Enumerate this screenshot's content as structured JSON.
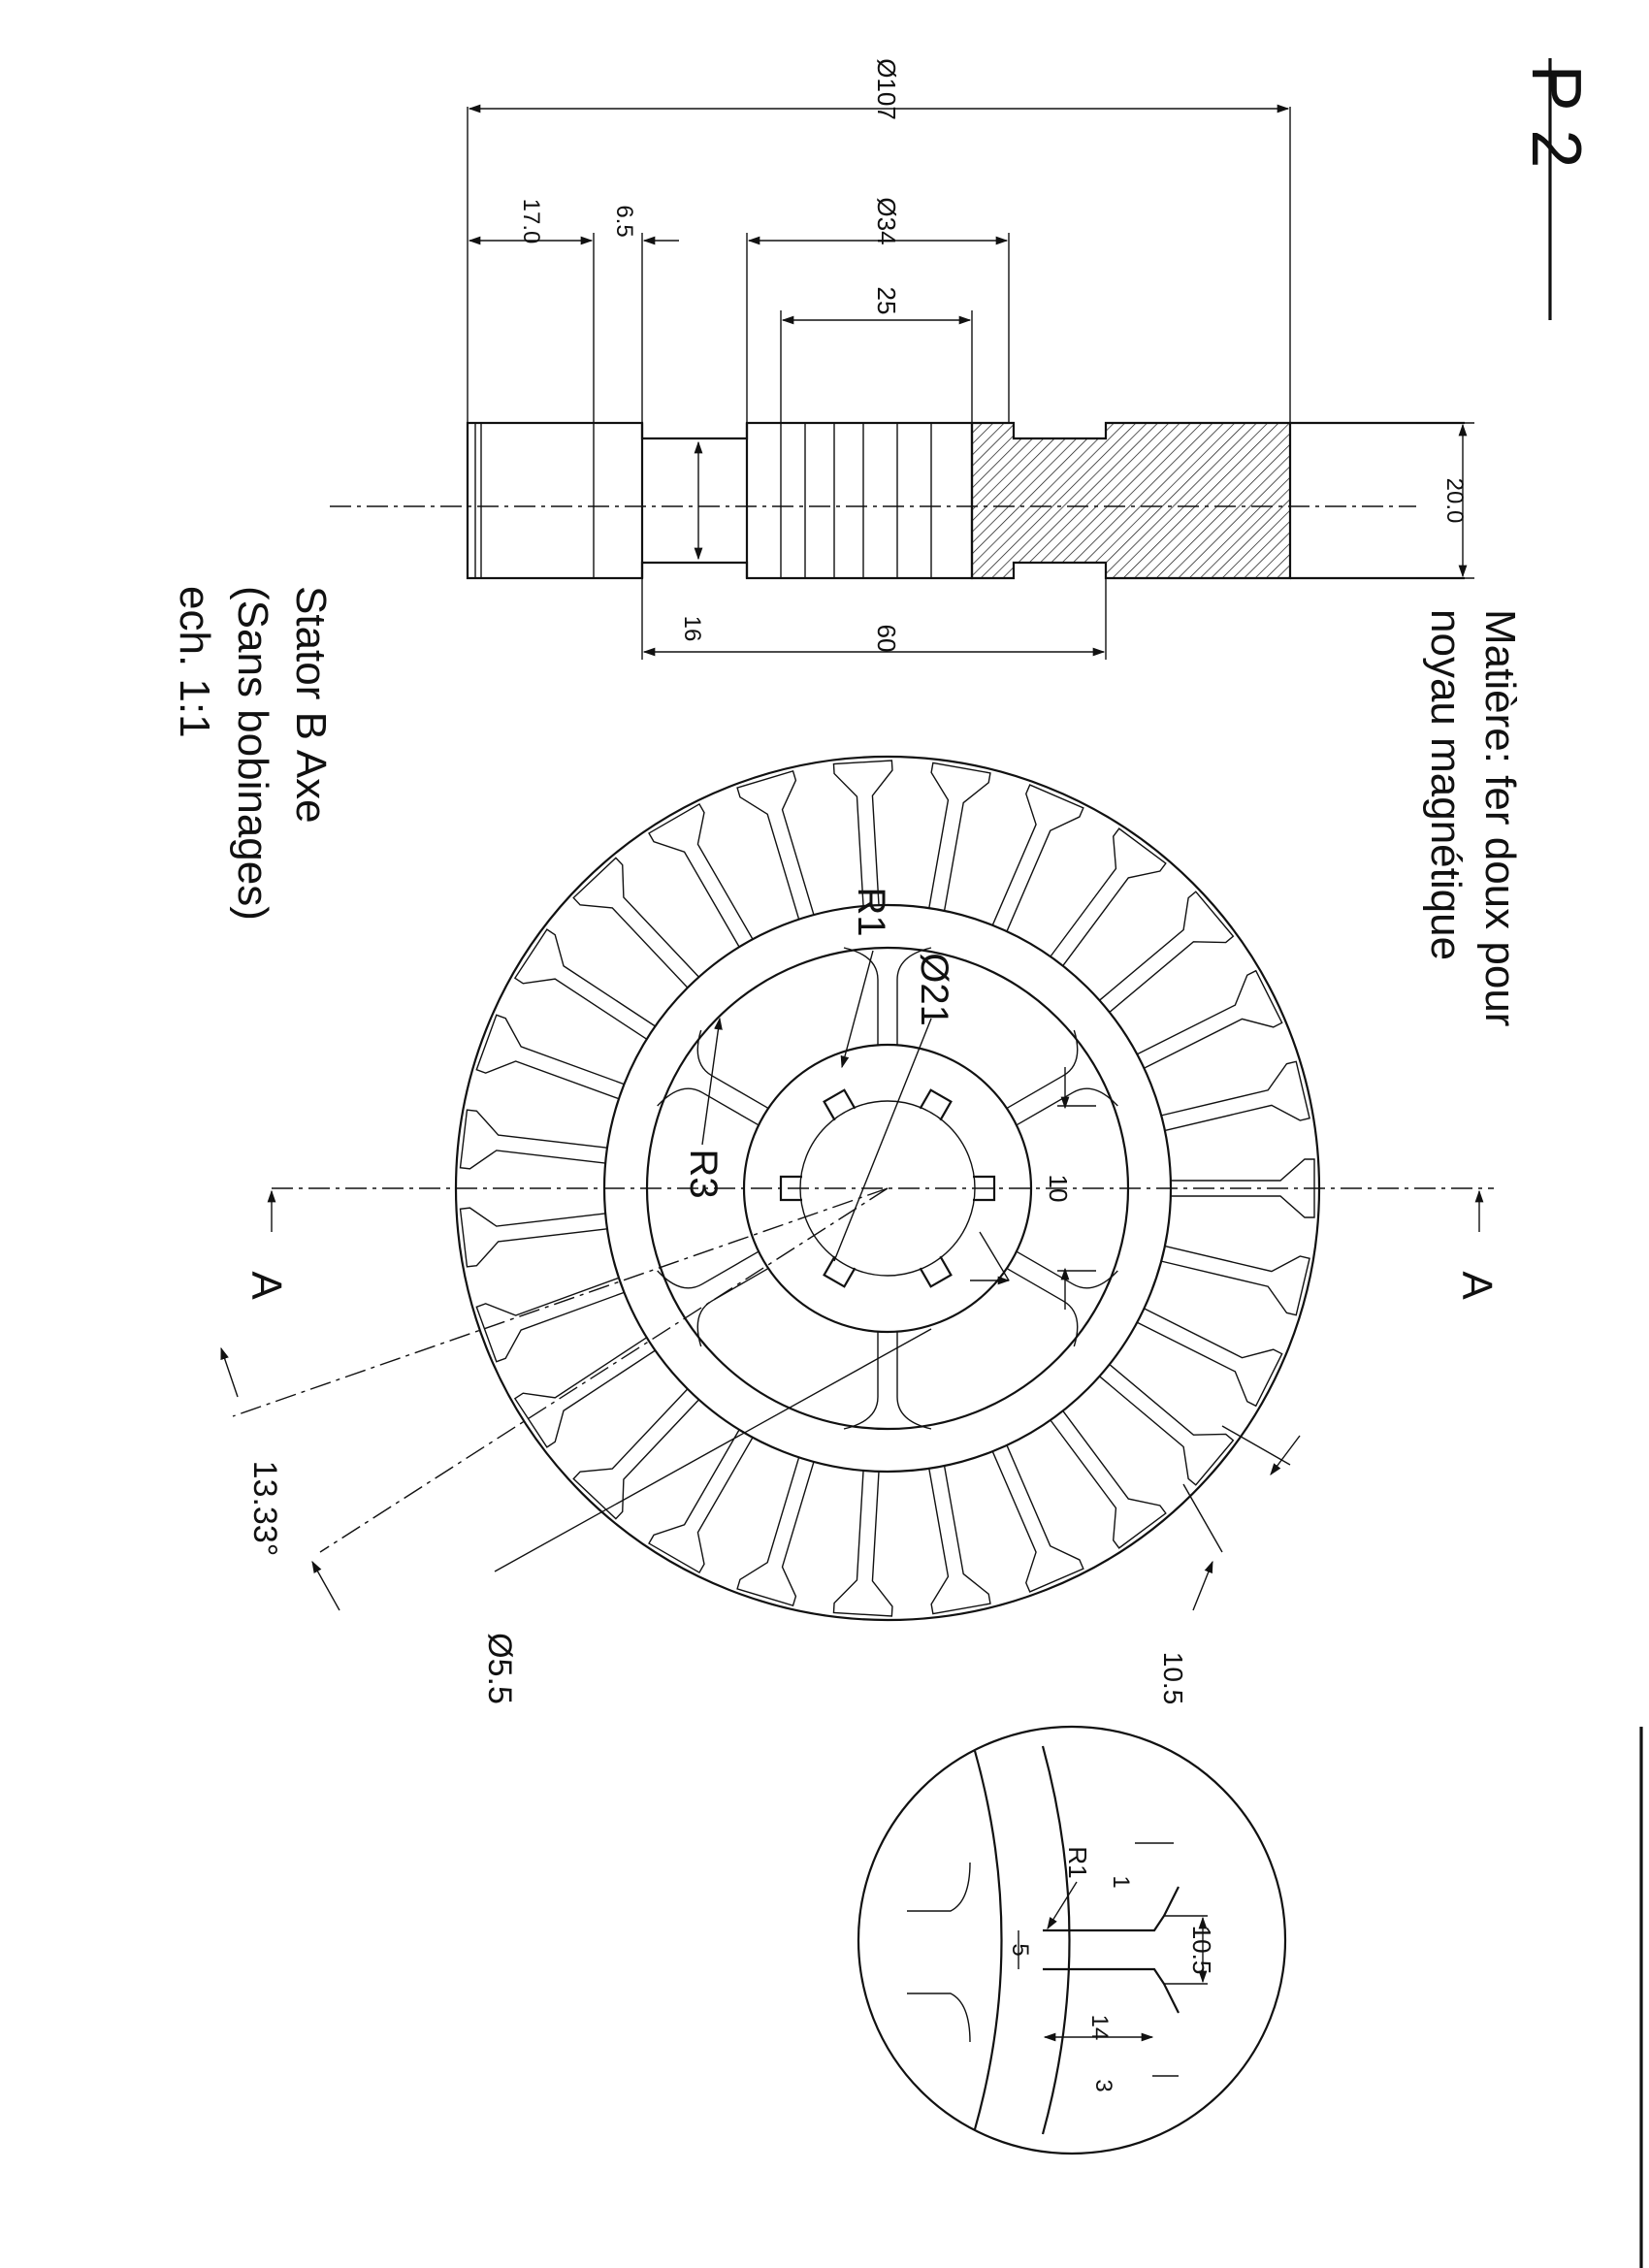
{
  "page_label": "P 2",
  "title": {
    "line1": "Stator B Axe",
    "line2": "(Sans bobinages)",
    "line3": "ech. 1:1"
  },
  "material_note": {
    "line1": "Matière: fer doux  pour",
    "line2": "noyau magnétique"
  },
  "section_marks": {
    "left": "A",
    "right": "A"
  },
  "section_view": {
    "dims": {
      "overall_diameter": "Ø107",
      "step_17": "17.0",
      "step_6_5": "6.5",
      "bore_34": "Ø34",
      "bore_25": "25",
      "thickness_20": "20.0",
      "shaft_16": "16",
      "length_60": "60"
    }
  },
  "front_view": {
    "slot_count": 27,
    "dims": {
      "r1": "R1",
      "d21": "Ø21",
      "r3": "R3",
      "width_10": "10",
      "angle": "13.33°",
      "d5_5": "Ø5.5",
      "tooth_10_5": "10.5"
    }
  },
  "detail_view": {
    "dims": {
      "r1": "R1",
      "d1": "1",
      "d10_5": "10.5",
      "d5": "5",
      "d14": "14",
      "d3": "3"
    }
  }
}
